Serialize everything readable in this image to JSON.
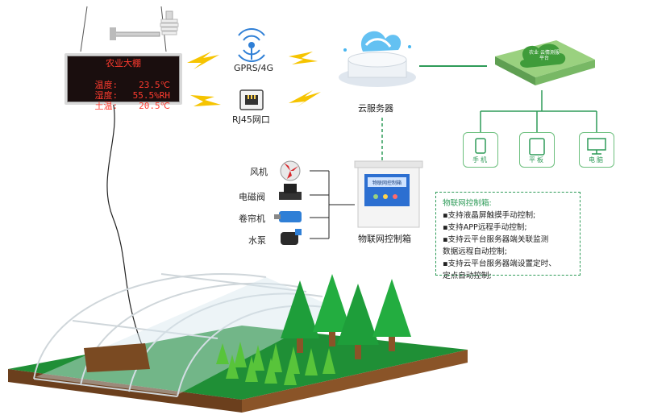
{
  "display": {
    "title": "农业大棚",
    "rows": [
      {
        "label": "温度:",
        "value": "23.5℃"
      },
      {
        "label": "湿度:",
        "value": "55.5%RH"
      },
      {
        "label": "土温:",
        "value": "20.5℃"
      }
    ]
  },
  "network": {
    "wireless_label": "GPRS/4G",
    "wired_label": "RJ45网口",
    "cloud_label": "云服务器",
    "platform_label": "农业 云情测服平台"
  },
  "terminals": [
    {
      "label": "手机"
    },
    {
      "label": "平板"
    },
    {
      "label": "电脑"
    }
  ],
  "devices": [
    {
      "label": "风机"
    },
    {
      "label": "电磁阀"
    },
    {
      "label": "卷帘机"
    },
    {
      "label": "水泵"
    }
  ],
  "control_box": {
    "label": "物联网控制箱",
    "screen_label": "物联网控制箱"
  },
  "info": {
    "heading": "物联网控制箱:",
    "lines": [
      "▪支持液晶屏触摸手动控制;",
      "▪支持APP远程手动控制;",
      "▪支持云平台服务器端关联监测",
      "数据远程自动控制;",
      "▪支持云平台服务器端设置定时、",
      "定点自动控制;"
    ]
  },
  "colors": {
    "accent": "#2e9b58",
    "led_text": "#ff3b2f",
    "bolt": "#f6c400"
  }
}
